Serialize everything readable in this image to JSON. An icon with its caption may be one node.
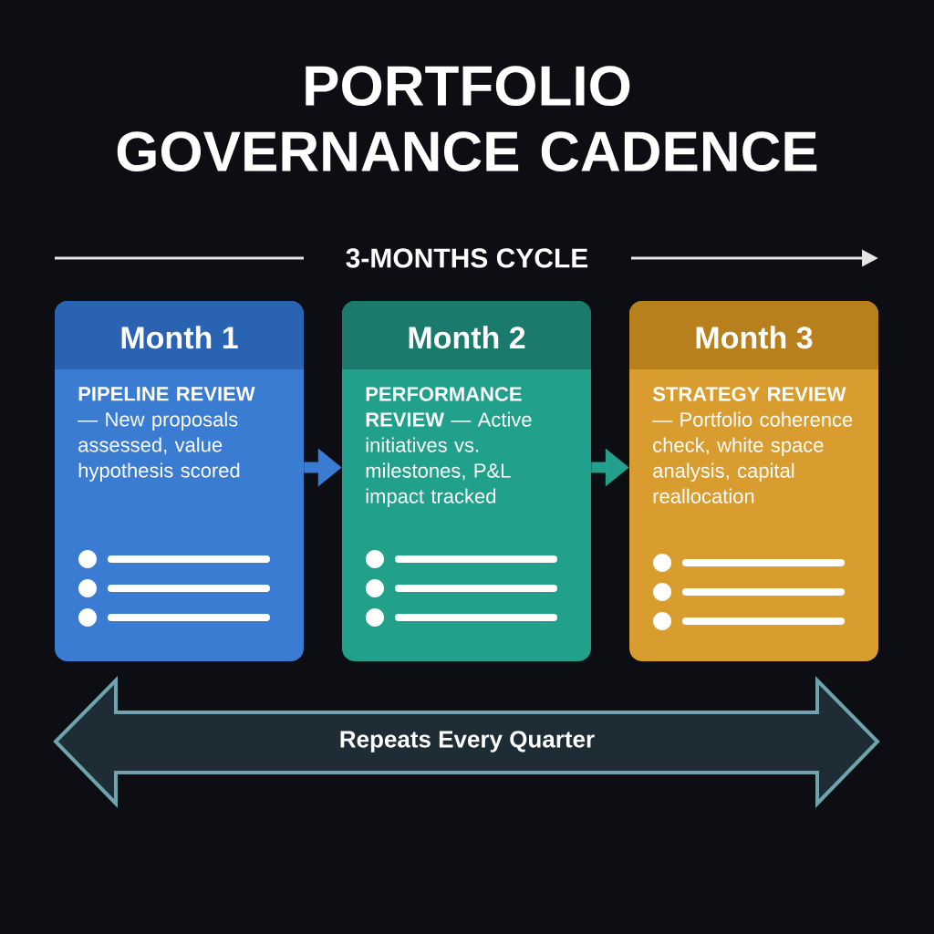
{
  "diagram": {
    "title": "PORTFOLIO GOVERNANCE CADENCE",
    "nodes": [
      {
        "text": [
          "Month 1",
          "**PIPELINE REVIEW** — New proposals assessed, value hypothesis scored"
        ]
      },
      {
        "text": [
          "Month 2",
          "**PERFORMANCE REVIEW** — Active initiatives vs. milestones, P&L impact tracked"
        ]
      },
      {
        "text": [
          "Month 3",
          "**STRATEGY REVIEW** — Portfolio coherence check, white space analysis, capital reallocation"
        ]
      },
      {
        "text": [
          "Repeats Every Quarter"
        ]
      }
    ],
    "edges": [
      {
        "from": 0,
        "to": 1,
        "arrow": "to",
        "color": "#3a7cd2"
      },
      {
        "from": 1,
        "to": 2,
        "arrow": "to",
        "color": "#21a08b"
      }
    ],
    "labels": [
      "3-MONTHS CYCLE"
    ]
  }
}
